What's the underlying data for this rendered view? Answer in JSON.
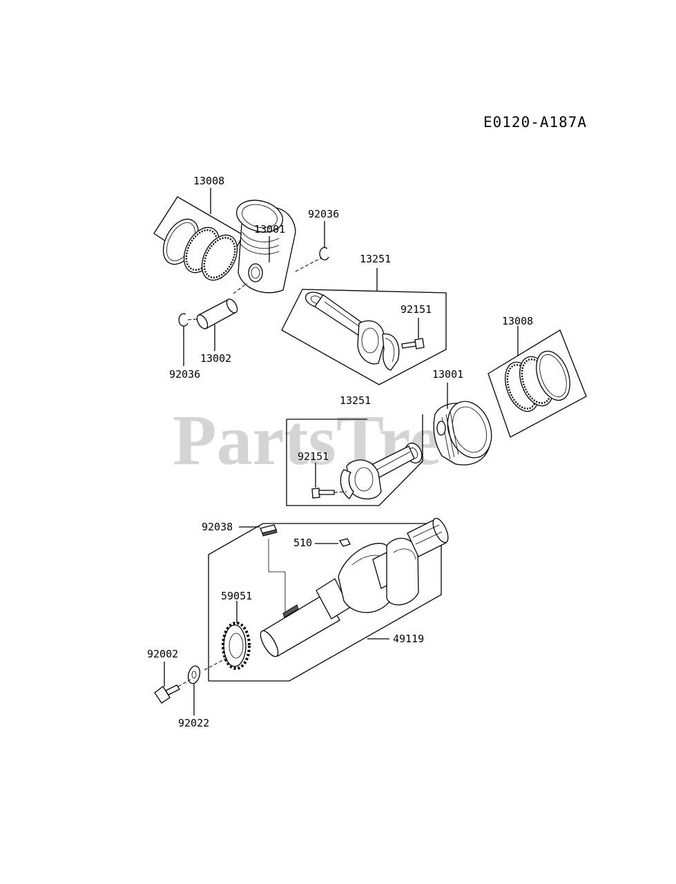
{
  "diagram_code": "E0120-A187A",
  "watermark": "PartsTree",
  "parts": [
    {
      "id": "upper-ring-set",
      "number": "13008"
    },
    {
      "id": "upper-circlip-right",
      "number": "92036"
    },
    {
      "id": "upper-piston",
      "number": "13001"
    },
    {
      "id": "upper-rod-assembly",
      "number": "13251"
    },
    {
      "id": "upper-rod-bolt",
      "number": "92151"
    },
    {
      "id": "lower-ring-set",
      "number": "13008"
    },
    {
      "id": "upper-piston-pin",
      "number": "13002"
    },
    {
      "id": "upper-circlip-left",
      "number": "92036"
    },
    {
      "id": "lower-piston",
      "number": "13001"
    },
    {
      "id": "lower-rod-assembly",
      "number": "13251"
    },
    {
      "id": "lower-rod-bolt",
      "number": "92151"
    },
    {
      "id": "key",
      "number": "92038"
    },
    {
      "id": "crank-key",
      "number": "510"
    },
    {
      "id": "gear",
      "number": "59051"
    },
    {
      "id": "crankshaft",
      "number": "49119"
    },
    {
      "id": "bolt",
      "number": "92002"
    },
    {
      "id": "washer",
      "number": "92022"
    }
  ]
}
